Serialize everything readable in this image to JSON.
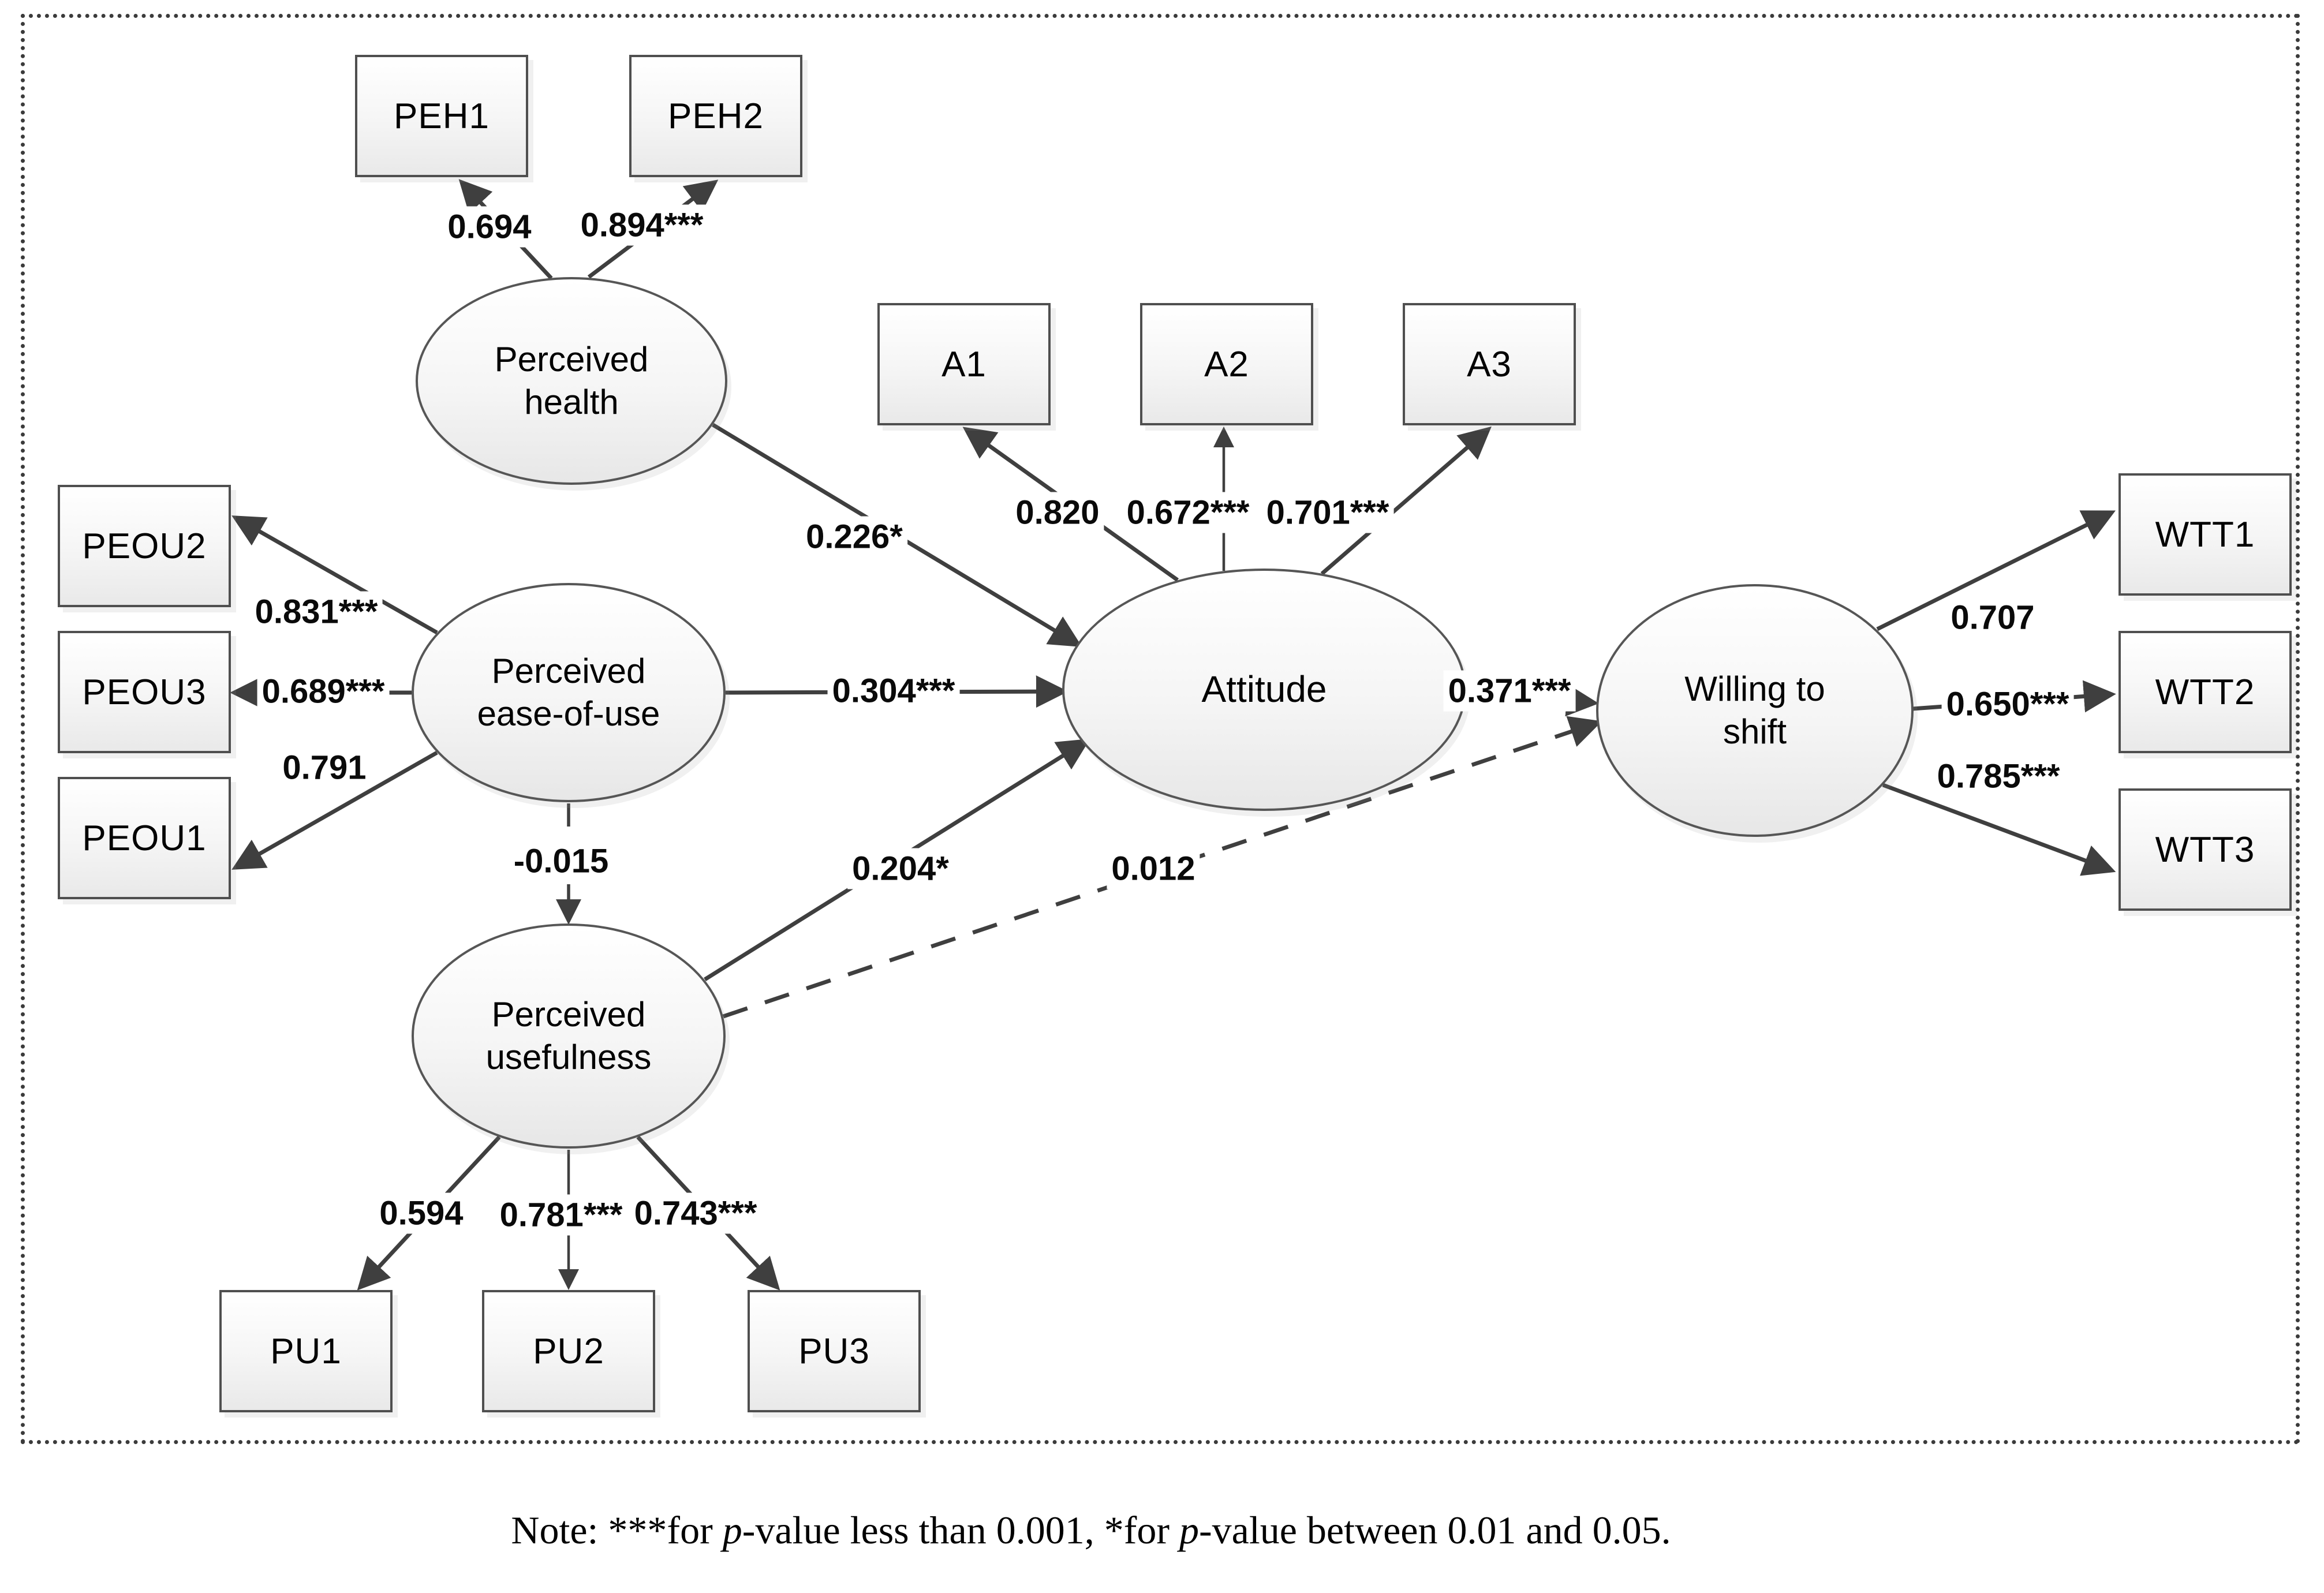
{
  "diagram": {
    "latent": {
      "ph": {
        "line1": "Perceived",
        "line2": "health"
      },
      "peou": {
        "line1": "Perceived",
        "line2": "ease-of-use"
      },
      "pu": {
        "line1": "Perceived",
        "line2": "usefulness"
      },
      "att": {
        "label": "Attitude"
      },
      "wts": {
        "line1": "Willing to",
        "line2": "shift"
      }
    },
    "indicators": {
      "peh1": "PEH1",
      "peh2": "PEH2",
      "a1": "A1",
      "a2": "A2",
      "a3": "A3",
      "wtt1": "WTT1",
      "wtt2": "WTT2",
      "wtt3": "WTT3",
      "peou2": "PEOU2",
      "peou3": "PEOU3",
      "peou1": "PEOU1",
      "pu1": "PU1",
      "pu2": "PU2",
      "pu3": "PU3"
    },
    "loadings": {
      "ph_peh1": "0.694",
      "ph_peh2": "0.894***",
      "peou_peou2": "0.831***",
      "peou_peou3": "0.689***",
      "peou_peou1": "0.791",
      "att_a1": "0.820",
      "att_a2": "0.672***",
      "att_a3": "0.701***",
      "wts_wtt1": "0.707",
      "wts_wtt2": "0.650***",
      "wts_wtt3": "0.785***",
      "pu_pu1": "0.594",
      "pu_pu2": "0.781***",
      "pu_pu3": "0.743***"
    },
    "paths": {
      "ph_att": "0.226*",
      "peou_att": "0.304***",
      "peou_pu": "-0.015",
      "pu_att": "0.204*",
      "pu_wts": "0.012",
      "att_wts": "0.371***"
    },
    "note": {
      "segments": [
        {
          "text": "Note: ***for ",
          "italic": false
        },
        {
          "text": "p",
          "italic": true
        },
        {
          "text": "-value less than 0.001, *for ",
          "italic": false
        },
        {
          "text": "p",
          "italic": true
        },
        {
          "text": "-value between 0.01 and 0.05.",
          "italic": false
        }
      ]
    },
    "colors": {
      "line": "#3f3f3f",
      "border": "#4f4f4f",
      "text": "#000000"
    }
  }
}
